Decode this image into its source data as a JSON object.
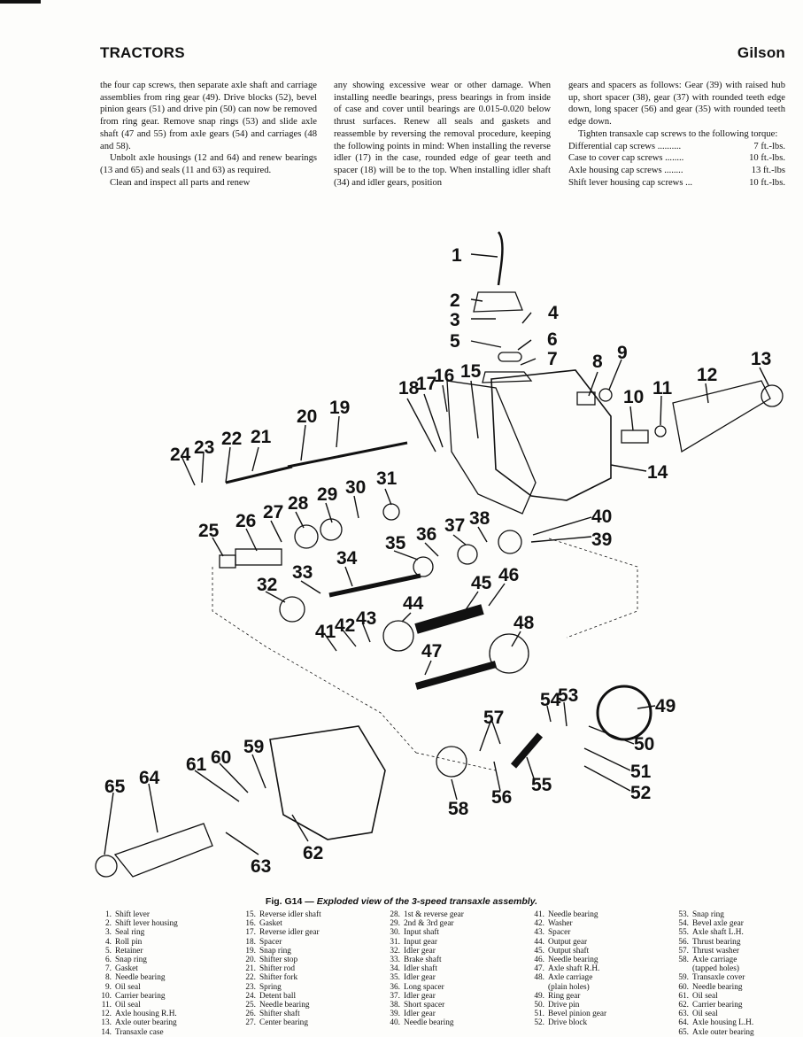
{
  "header": {
    "left": "TRACTORS",
    "right": "Gilson"
  },
  "columns": {
    "col1": {
      "p1": "the four cap screws, then separate axle shaft and carriage assemblies from ring gear (49). Drive blocks (52), bevel pinion gears (51) and drive pin (50) can now be removed from ring gear. Remove snap rings (53) and slide axle shaft (47 and 55) from axle gears (54) and carriages (48 and 58).",
      "p2": "Unbolt axle housings (12 and 64) and renew bearings (13 and 65) and seals (11 and 63) as required.",
      "p3": "Clean and inspect all parts and renew"
    },
    "col2": {
      "p1": "any showing excessive wear or other damage. When installing needle bearings, press bearings in from inside of case and cover until bearings are 0.015-0.020 below thrust surfaces. Renew all seals and gaskets and reassemble by reversing the removal procedure, keeping the following points in mind: When installing the reverse idler (17) in the case, rounded edge of gear teeth and spacer (18) will be to the top. When installing idler shaft (34) and idler gears, position"
    },
    "col3": {
      "p1": "gears and spacers as follows: Gear (39) with raised hub up, short spacer (38), gear (37) with rounded teeth edge down, long spacer (56) and gear (35) with rounded teeth edge down.",
      "p2": "Tighten transaxle cap screws to the following torque:",
      "torque": [
        {
          "label": "Differential cap screws",
          "dots": " ..........",
          "value": "7 ft.-lbs."
        },
        {
          "label": "Case to cover cap screws",
          "dots": " ........",
          "value": "10 ft.-lbs."
        },
        {
          "label": "Axle housing cap screws",
          "dots": " ........",
          "value": "13 ft.-lbs"
        },
        {
          "label": "Shift lever housing cap screws",
          "dots": " ...",
          "value": "10 ft.-lbs."
        }
      ]
    }
  },
  "figure": {
    "caption_prefix": "Fig. G14 — ",
    "caption_text": "Exploded view of the 3-speed transaxle assembly.",
    "callouts": [
      "1",
      "2",
      "3",
      "4",
      "5",
      "6",
      "7",
      "8",
      "9",
      "10",
      "11",
      "12",
      "13",
      "14",
      "15",
      "16",
      "17",
      "18",
      "19",
      "20",
      "21",
      "22",
      "23",
      "24",
      "25",
      "26",
      "27",
      "28",
      "29",
      "30",
      "31",
      "32",
      "33",
      "34",
      "35",
      "36",
      "37",
      "38",
      "39",
      "40",
      "41",
      "42",
      "43",
      "44",
      "45",
      "46",
      "47",
      "48",
      "49",
      "50",
      "51",
      "52",
      "53",
      "54",
      "55",
      "56",
      "57",
      "58",
      "59",
      "60",
      "61",
      "62",
      "63",
      "64",
      "65"
    ]
  },
  "legend": [
    [
      [
        "1.",
        "Shift lever"
      ],
      [
        "2.",
        "Shift lever housing"
      ],
      [
        "3.",
        "Seal ring"
      ],
      [
        "4.",
        "Roll pin"
      ],
      [
        "5.",
        "Retainer"
      ],
      [
        "6.",
        "Snap ring"
      ],
      [
        "7.",
        "Gasket"
      ],
      [
        "8.",
        "Needle bearing"
      ],
      [
        "9.",
        "Oil seal"
      ],
      [
        "10.",
        "Carrier bearing"
      ],
      [
        "11.",
        "Oil seal"
      ],
      [
        "12.",
        "Axle housing R.H."
      ],
      [
        "13.",
        "Axle outer bearing"
      ],
      [
        "14.",
        "Transaxle case"
      ]
    ],
    [
      [
        "15.",
        "Reverse idler shaft"
      ],
      [
        "16.",
        "Gasket"
      ],
      [
        "17.",
        "Reverse idler gear"
      ],
      [
        "18.",
        "Spacer"
      ],
      [
        "19.",
        "Snap ring"
      ],
      [
        "20.",
        "Shifter stop"
      ],
      [
        "21.",
        "Shifter rod"
      ],
      [
        "22.",
        "Shifter fork"
      ],
      [
        "23.",
        "Spring"
      ],
      [
        "24.",
        "Detent ball"
      ],
      [
        "25.",
        "Needle bearing"
      ],
      [
        "26.",
        "Shifter shaft"
      ],
      [
        "27.",
        "Center bearing"
      ]
    ],
    [
      [
        "28.",
        "1st & reverse gear"
      ],
      [
        "29.",
        "2nd & 3rd gear"
      ],
      [
        "30.",
        "Input shaft"
      ],
      [
        "31.",
        "Input gear"
      ],
      [
        "32.",
        "Idler gear"
      ],
      [
        "33.",
        "Brake shaft"
      ],
      [
        "34.",
        "Idler shaft"
      ],
      [
        "35.",
        "Idler gear"
      ],
      [
        "36.",
        "Long spacer"
      ],
      [
        "37.",
        "Idler gear"
      ],
      [
        "38.",
        "Short spacer"
      ],
      [
        "39.",
        "Idler gear"
      ],
      [
        "40.",
        "Needle bearing"
      ]
    ],
    [
      [
        "41.",
        "Needle bearing"
      ],
      [
        "42.",
        "Washer"
      ],
      [
        "43.",
        "Spacer"
      ],
      [
        "44.",
        "Output gear"
      ],
      [
        "45.",
        "Output shaft"
      ],
      [
        "46.",
        "Needle bearing"
      ],
      [
        "47.",
        "Axle shaft R.H."
      ],
      [
        "48.",
        "Axle carriage"
      ],
      [
        "",
        "(plain holes)"
      ],
      [
        "49.",
        "Ring gear"
      ],
      [
        "50.",
        "Drive pin"
      ],
      [
        "51.",
        "Bevel pinion gear"
      ],
      [
        "52.",
        "Drive block"
      ]
    ],
    [
      [
        "53.",
        "Snap ring"
      ],
      [
        "54.",
        "Bevel axle gear"
      ],
      [
        "55.",
        "Axle shaft L.H."
      ],
      [
        "56.",
        "Thrust bearing"
      ],
      [
        "57.",
        "Thrust washer"
      ],
      [
        "58.",
        "Axle carriage"
      ],
      [
        "",
        "(tapped holes)"
      ],
      [
        "59.",
        "Transaxle cover"
      ],
      [
        "60.",
        "Needle bearing"
      ],
      [
        "61.",
        "Oil seal"
      ],
      [
        "62.",
        "Carrier bearing"
      ],
      [
        "63.",
        "Oil seal"
      ],
      [
        "64.",
        "Axle housing L.H."
      ],
      [
        "65.",
        "Axle outer bearing"
      ]
    ]
  ]
}
